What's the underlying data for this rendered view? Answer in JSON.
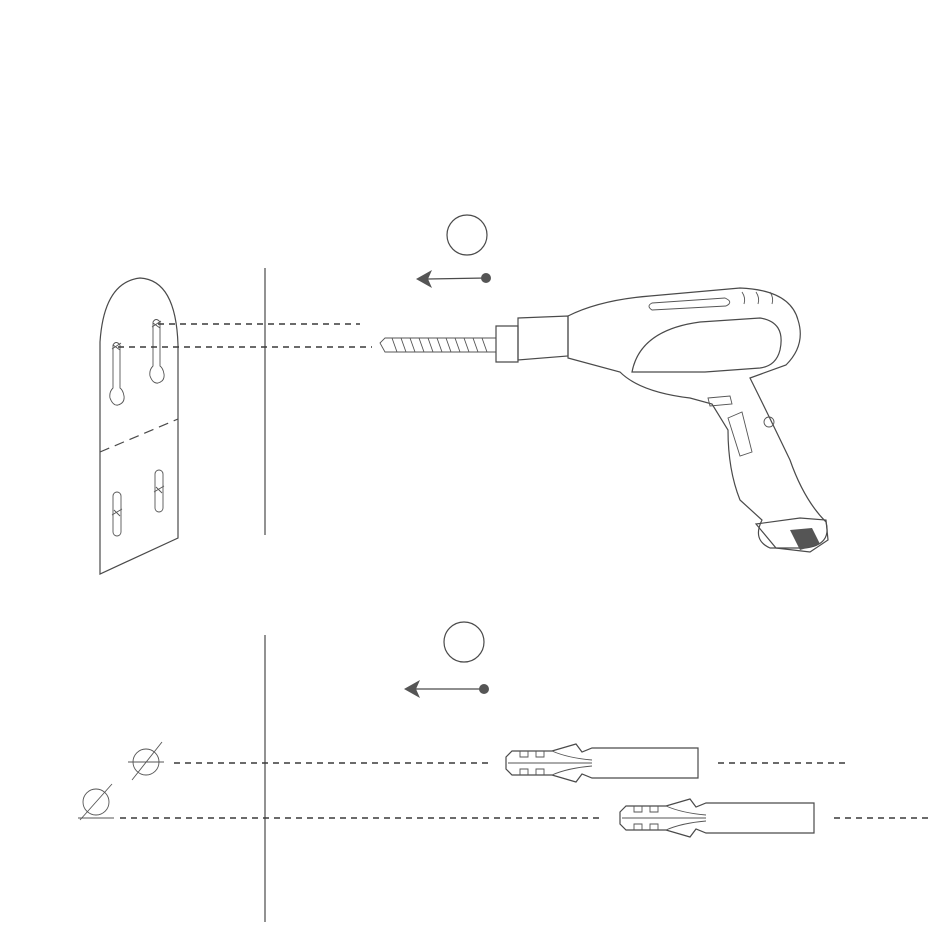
{
  "figure": {
    "steps": [
      {
        "id": "drill",
        "badge_text": "",
        "direction": "left"
      },
      {
        "id": "insert-anchors",
        "badge_text": "",
        "direction": "left"
      }
    ],
    "icons": {
      "template": "wall-template-icon",
      "drill": "power-drill-icon",
      "anchor": "wall-plug-anchor-icon",
      "hole_mark": "crosshair-hole-icon",
      "arrow": "direction-arrow-icon"
    },
    "colors": {
      "line": "#4a4a4a",
      "dash": "#3a3a3a",
      "background": "#ffffff"
    }
  }
}
